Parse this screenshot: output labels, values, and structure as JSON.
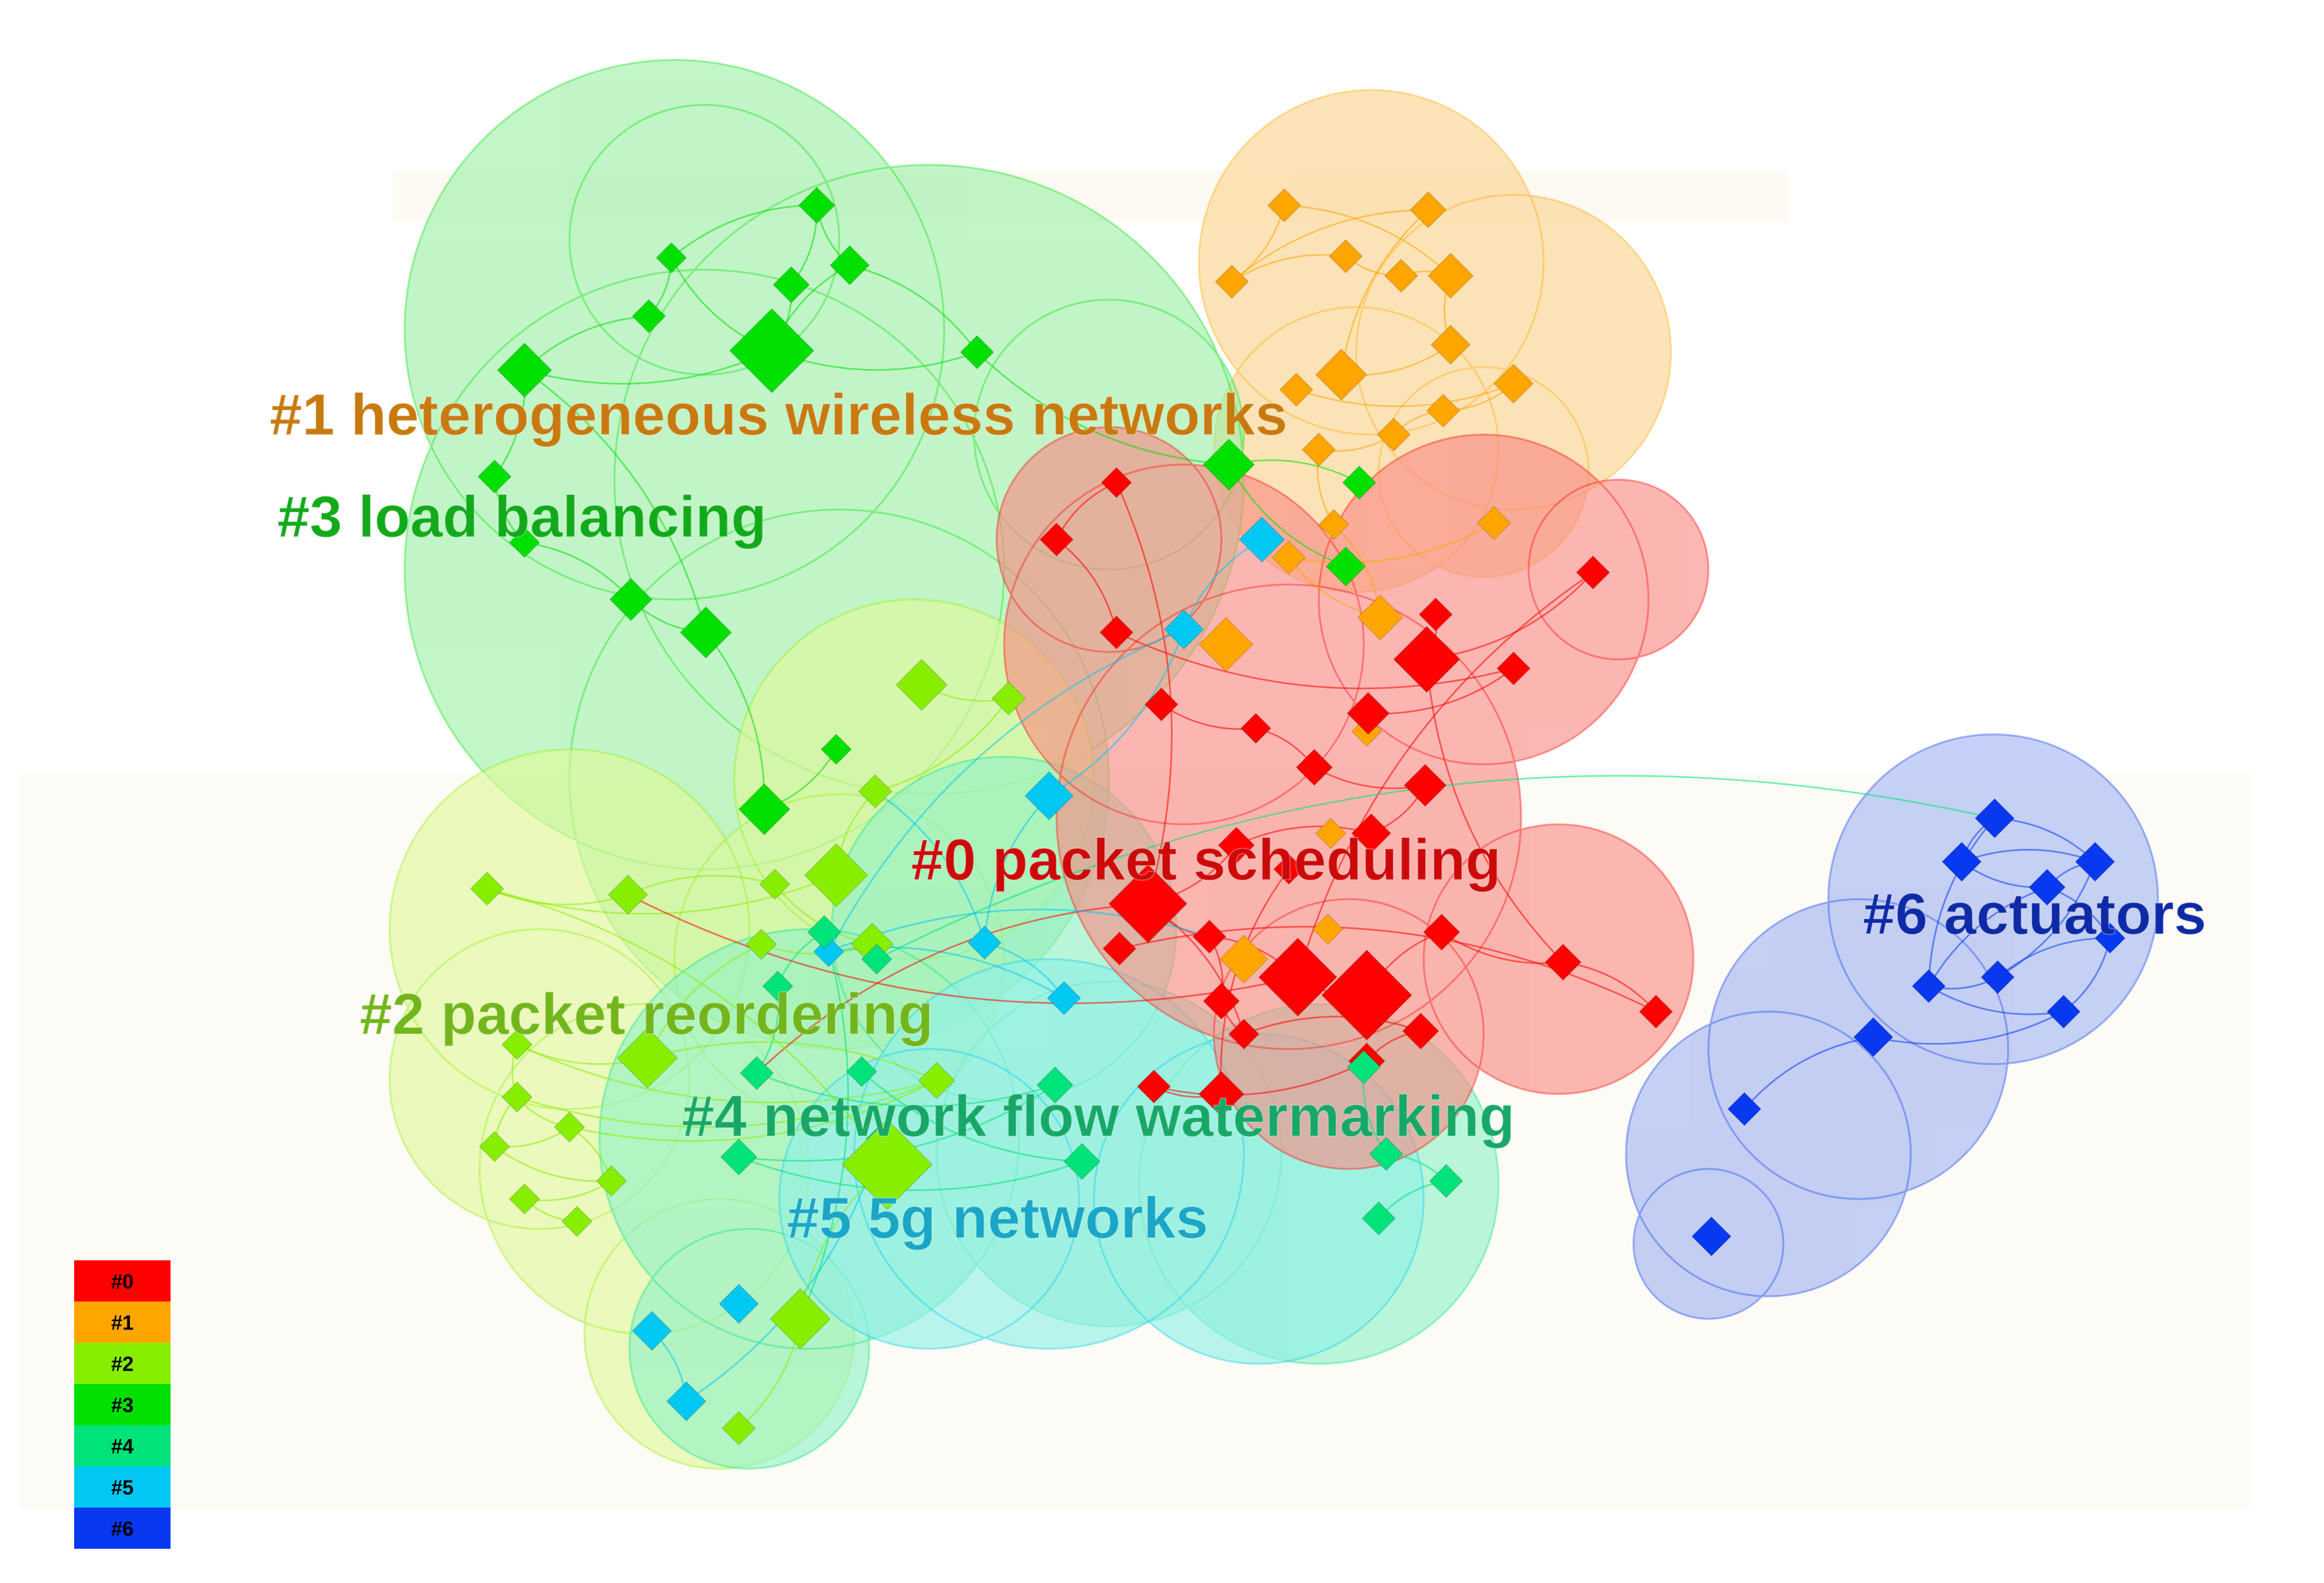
{
  "clusters": [
    {
      "id": "0",
      "label": "#0 packet scheduling",
      "node_color": "#ff0000",
      "hull_color": "#f98a84",
      "label_color": "#cc0a0a"
    },
    {
      "id": "1",
      "label": "#1 heterogeneous wireless networks",
      "node_color": "#ffa500",
      "hull_color": "#fbd38c",
      "label_color": "#c87a10"
    },
    {
      "id": "2",
      "label": "#2 packet reordering",
      "node_color": "#88ee00",
      "hull_color": "#e1f89a",
      "label_color": "#72b61c"
    },
    {
      "id": "3",
      "label": "#3 load balancing",
      "node_color": "#00e000",
      "hull_color": "#9cf0a6",
      "label_color": "#12aa1a"
    },
    {
      "id": "4",
      "label": "#4 network flow watermarking",
      "node_color": "#00e27a",
      "hull_color": "#8ff0c6",
      "label_color": "#17a868"
    },
    {
      "id": "5",
      "label": "#5 5g networks",
      "node_color": "#00c8f2",
      "hull_color": "#8ef0e6",
      "label_color": "#1aa6c6"
    },
    {
      "id": "6",
      "label": "#6 actuators",
      "node_color": "#0838f0",
      "hull_color": "#a2b4f3",
      "label_color": "#0e2aa6"
    }
  ],
  "legend": {
    "items": [
      {
        "label": "#0",
        "color": "#ff0000"
      },
      {
        "label": "#1",
        "color": "#ffa500"
      },
      {
        "label": "#2",
        "color": "#88ee00"
      },
      {
        "label": "#3",
        "color": "#00e000"
      },
      {
        "label": "#4",
        "color": "#00e27a"
      },
      {
        "label": "#5",
        "color": "#00c8f2"
      },
      {
        "label": "#6",
        "color": "#0838f0"
      }
    ]
  }
}
